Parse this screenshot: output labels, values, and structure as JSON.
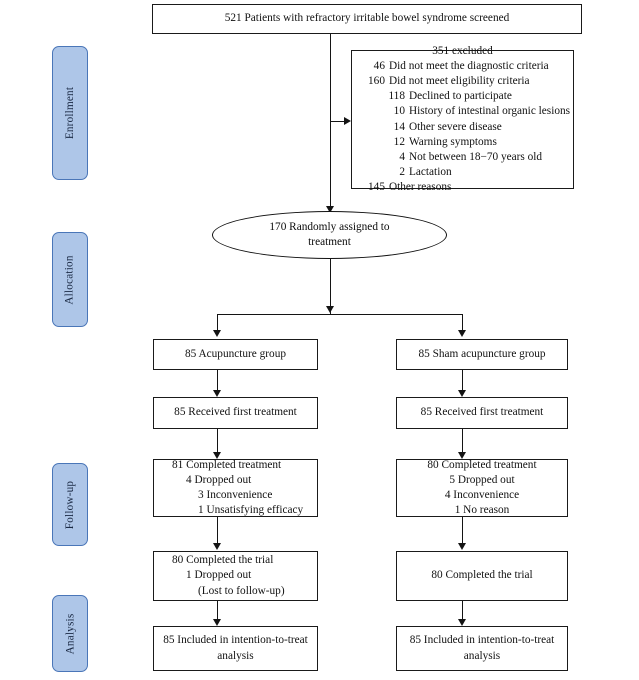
{
  "diagram": {
    "title": "CONSORT participant flow diagram",
    "stages": [
      {
        "label": "Enrollment",
        "name": "stage-enrollment"
      },
      {
        "label": "Allocation",
        "name": "stage-allocation"
      },
      {
        "label": "Follow-up",
        "name": "stage-followup"
      },
      {
        "label": "Analysis",
        "name": "stage-analysis"
      }
    ],
    "screened": {
      "text": "521 Patients with refractory irritable bowel syndrome screened",
      "count": 521
    },
    "excluded": {
      "title": "351 excluded",
      "total": 351,
      "reasons": [
        {
          "count": "46",
          "label": "Did not meet the diagnostic criteria",
          "indent": 0
        },
        {
          "count": "160",
          "label": "Did not meet eligibility criteria",
          "indent": 0
        },
        {
          "count": "118",
          "label": "Declined to participate",
          "indent": 1
        },
        {
          "count": "10",
          "label": "History of intestinal organic lesions",
          "indent": 1
        },
        {
          "count": "14",
          "label": "Other severe disease",
          "indent": 1
        },
        {
          "count": "12",
          "label": "Warning symptoms",
          "indent": 1
        },
        {
          "count": "4",
          "label": "Not between 18−70 years old",
          "indent": 1
        },
        {
          "count": "2",
          "label": "Lactation",
          "indent": 1
        },
        {
          "count": "145",
          "label": "Other reasons",
          "indent": 0
        }
      ]
    },
    "randomized": {
      "line1": "170 Randomly assigned to",
      "line2": "treatment",
      "count": 170
    },
    "arms": {
      "left": {
        "group": "85 Acupuncture group",
        "received": "85 Received first treatment",
        "followup": [
          {
            "text": "81 Completed treatment",
            "indent": 0
          },
          {
            "text": "4 Dropped out",
            "indent": 1
          },
          {
            "text": "3 Inconvenience",
            "indent": 2
          },
          {
            "text": "1 Unsatisfying efficacy",
            "indent": 2
          }
        ],
        "completed": [
          {
            "text": "80 Completed the trial",
            "indent": 0
          },
          {
            "text": "1 Dropped out",
            "indent": 1
          },
          {
            "text": "(Lost to follow-up)",
            "indent": 2
          }
        ],
        "analysis_line1": "85 Included in intention-to-treat",
        "analysis_line2": "analysis"
      },
      "right": {
        "group": "85 Sham acupuncture group",
        "received": "85 Received first treatment",
        "followup": [
          {
            "text": "80 Completed treatment",
            "indent": 0
          },
          {
            "text": "5 Dropped out",
            "indent": 1
          },
          {
            "text": "4 Inconvenience",
            "indent": 2
          },
          {
            "text": "1 No reason",
            "indent": 2
          }
        ],
        "completed": [
          {
            "text": "80 Completed the trial",
            "indent": 0
          }
        ],
        "analysis_line1": "85 Included in intention-to-treat",
        "analysis_line2": "analysis"
      }
    },
    "colors": {
      "stage_fill": "#aec6e8",
      "stage_border": "#4a76b8",
      "box_border": "#1a1a1a",
      "text": "#111111",
      "background": "#ffffff"
    }
  }
}
